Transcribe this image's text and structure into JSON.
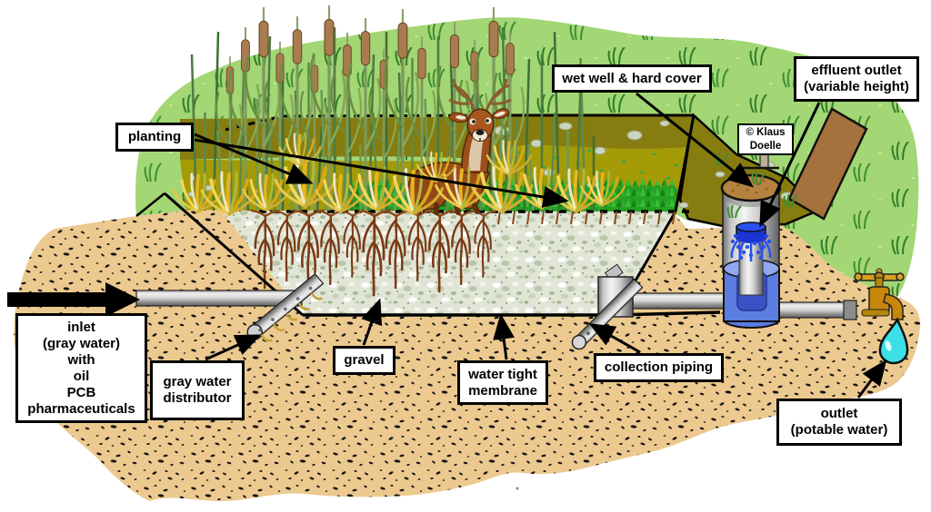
{
  "diagram": {
    "labels": {
      "planting": "planting",
      "wet_well": "wet well & hard cover",
      "effluent": {
        "line1": "effluent outlet",
        "line2": "(variable height)"
      },
      "inlet": {
        "line1": "inlet",
        "line2": "(gray water)",
        "line3": "with",
        "line4": "oil",
        "line5": "PCB",
        "line6": "pharmaceuticals"
      },
      "distributor": {
        "line1": "gray water",
        "line2": "distributor"
      },
      "gravel": "gravel",
      "membrane": {
        "line1": "water tight",
        "line2": "membrane"
      },
      "collection": "collection piping",
      "outlet": {
        "line1": "outlet",
        "line2": "(potable water)"
      }
    },
    "credit": {
      "line1": "© Klaus",
      "line2": "Doelle"
    },
    "colors": {
      "grass": "#a3d674",
      "grass_dark": "#3c8f33",
      "pond_dark": "#867c10",
      "pond_light": "#a49b07",
      "lawn": "#25a022",
      "soil": "#ecc98f",
      "gravel_bg": "#e1e5d6",
      "pipe_gray": "#9a9a9a",
      "well_blue": "#5b7ce0",
      "fountain_blue": "#1a35d0",
      "cap_brown": "#b5823f",
      "plank_brown": "#a5713c",
      "brass": "#c8870b",
      "drop_cyan": "#3ae0e6",
      "root_brown": "#7a3a15",
      "deer_brown": "#9c4f1a"
    }
  }
}
